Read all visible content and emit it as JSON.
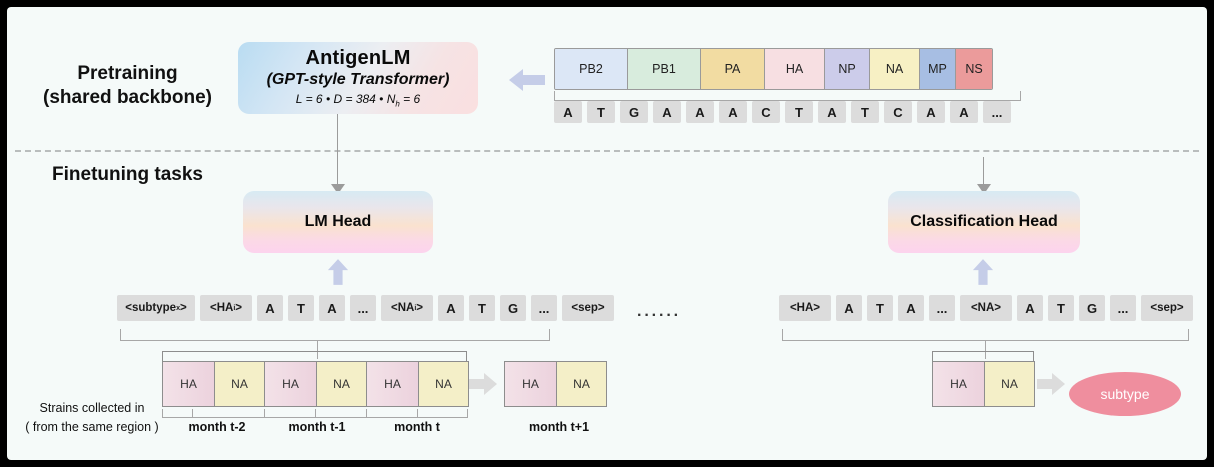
{
  "sections": {
    "pretraining_label_line1": "Pretraining",
    "pretraining_label_line2": "(shared backbone)",
    "finetuning_label": "Finetuning tasks"
  },
  "backbone": {
    "title": "AntigenLM",
    "subtitle": "(GPT-style Transformer)",
    "hparams_L": "L = 6 • D = 384 • N",
    "hparams_sub": "h",
    "hparams_tail": " = 6"
  },
  "genome": {
    "segments": [
      {
        "label": "PB2",
        "color": "#dce7f6",
        "width": 73
      },
      {
        "label": "PB1",
        "color": "#d8ecdd",
        "width": 73
      },
      {
        "label": "PA",
        "color": "#f2dca2",
        "width": 64
      },
      {
        "label": "HA",
        "color": "#f7dfe2",
        "width": 60
      },
      {
        "label": "NP",
        "color": "#ccccea",
        "width": 45
      },
      {
        "label": "NA",
        "color": "#f7f0c4",
        "width": 50
      },
      {
        "label": "MP",
        "color": "#a7bee3",
        "width": 36
      },
      {
        "label": "NS",
        "color": "#eb9b9b",
        "width": 36
      }
    ],
    "nucleotides": [
      "A",
      "T",
      "G",
      "A",
      "A",
      "A",
      "C",
      "T",
      "A",
      "T",
      "C",
      "A",
      "A",
      "..."
    ]
  },
  "lm_task": {
    "head_label": "LM Head",
    "tokens": [
      {
        "text": "<subtype",
        "sub": "x",
        "tail": ">",
        "w": 78
      },
      {
        "text": "<HA",
        "sub": "i",
        "tail": ">",
        "w": 52
      },
      {
        "text": "A",
        "w": 26
      },
      {
        "text": "T",
        "w": 26
      },
      {
        "text": "A",
        "w": 26
      },
      {
        "text": "...",
        "w": 26
      },
      {
        "text": "<NA",
        "sub": "i",
        "tail": ">",
        "w": 52
      },
      {
        "text": "A",
        "w": 26
      },
      {
        "text": "T",
        "w": 26
      },
      {
        "text": "G",
        "w": 26
      },
      {
        "text": "...",
        "w": 26
      },
      {
        "text": "<sep>",
        "w": 52
      }
    ],
    "trailing_ellipsis": "······",
    "input_months": [
      {
        "label": "month t-2",
        "cells": [
          "HA",
          "NA"
        ]
      },
      {
        "label": "month t-1",
        "cells": [
          "HA",
          "NA"
        ]
      },
      {
        "label": "month t",
        "cells": [
          "HA",
          "NA"
        ]
      }
    ],
    "output_month": {
      "label": "month t+1",
      "cells": [
        "HA",
        "NA"
      ]
    },
    "caption_line1": "Strains collected in",
    "caption_line2": "( from the same  region )"
  },
  "cls_task": {
    "head_label": "Classification Head",
    "tokens": [
      {
        "text": "<HA>",
        "w": 52
      },
      {
        "text": "A",
        "w": 26
      },
      {
        "text": "T",
        "w": 26
      },
      {
        "text": "A",
        "w": 26
      },
      {
        "text": "...",
        "w": 26
      },
      {
        "text": "<NA>",
        "w": 52
      },
      {
        "text": "A",
        "w": 26
      },
      {
        "text": "T",
        "w": 26
      },
      {
        "text": "G",
        "w": 26
      },
      {
        "text": "...",
        "w": 26
      },
      {
        "text": "<sep>",
        "w": 52
      }
    ],
    "strain_block": {
      "cells": [
        "HA",
        "NA"
      ]
    },
    "output_label": "subtype"
  },
  "colors": {
    "canvas": "#f5faf9",
    "arrow": "#c5cde8",
    "gray_arrow": "#d9d9d9",
    "subtype_fill": "#ef8e9e",
    "token_fill": "#dcdcdc",
    "bracket": "#a7a7a7"
  }
}
